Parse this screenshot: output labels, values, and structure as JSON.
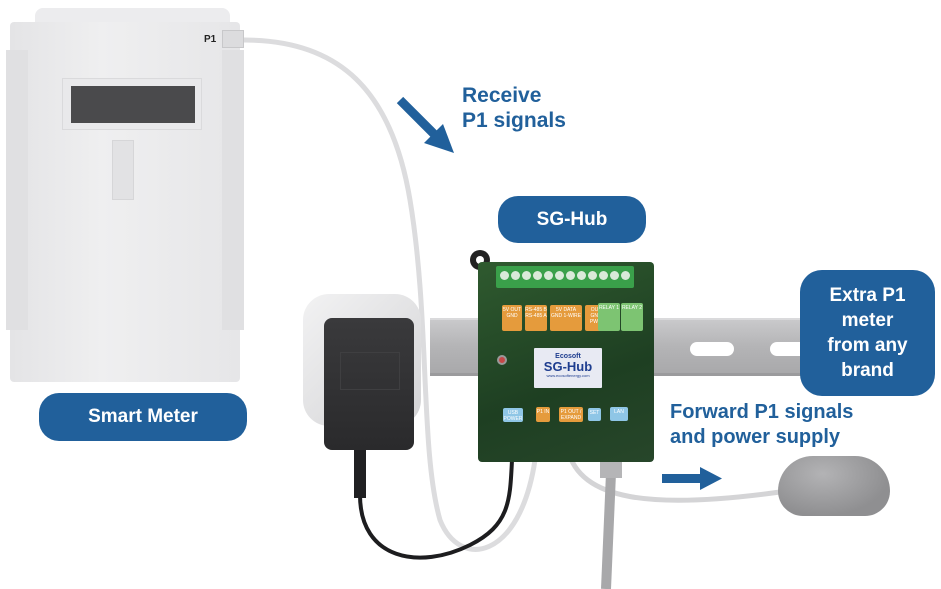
{
  "labels": {
    "smart_meter": "Smart Meter",
    "sg_hub": "SG-Hub",
    "extra_meter": [
      "Extra P1",
      "meter",
      "from any",
      "brand"
    ],
    "receive": [
      "Receive",
      "P1 signals"
    ],
    "forward": [
      "Forward P1 signals",
      "and power supply"
    ]
  },
  "meter": {
    "port_label": "P1"
  },
  "hub": {
    "brand": "Ecosoft",
    "name": "SG-Hub",
    "url": "www.ecosoftenergy.com",
    "top_tabs": [
      {
        "label": "5V OUT GND",
        "color": "orange"
      },
      {
        "label": "RS-485 B RS-485 A",
        "color": "orange"
      },
      {
        "label": "5V DATA GND 1-WIRE",
        "color": "orange"
      },
      {
        "label": "OUT GND PWM",
        "color": "orange"
      },
      {
        "label": "RELAY 1",
        "color": "green"
      },
      {
        "label": "RELAY 2",
        "color": "green"
      }
    ],
    "bottom_tabs": [
      {
        "label": "USB POWER",
        "color": "blue"
      },
      {
        "label": "P1 IN",
        "color": "orange"
      },
      {
        "label": "P1 OUT / EXPAND",
        "color": "orange"
      },
      {
        "label": "SET",
        "color": "blue"
      },
      {
        "label": "LAN",
        "color": "blue"
      }
    ]
  },
  "colors": {
    "accent": "#21609b",
    "tab_orange": "#e59b3c",
    "tab_green": "#7dc472",
    "tab_blue": "#8fc6e6"
  }
}
